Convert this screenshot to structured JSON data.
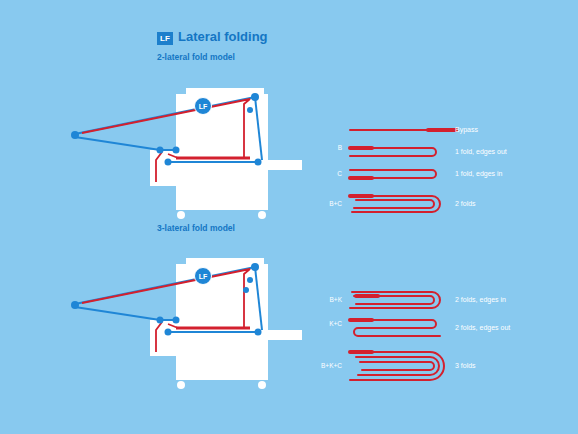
{
  "diagram": {
    "title": "Lateral folding",
    "nodes": [
      {
        "text": [
          "LF"
        ]
      },
      {
        "text": [
          "LF"
        ]
      },
      {
        "text": [
          "LF"
        ]
      }
    ],
    "labels": [
      "2-lateral fold model",
      "Bypass",
      "B",
      "1 fold, edges out",
      "C",
      "1 fold, edges in",
      "B+C",
      "2 folds",
      "3-lateral fold model",
      "B+K",
      "2 folds, edges in",
      "K+C",
      "2 folds, edges out",
      "B+K+C",
      "3 folds"
    ]
  }
}
